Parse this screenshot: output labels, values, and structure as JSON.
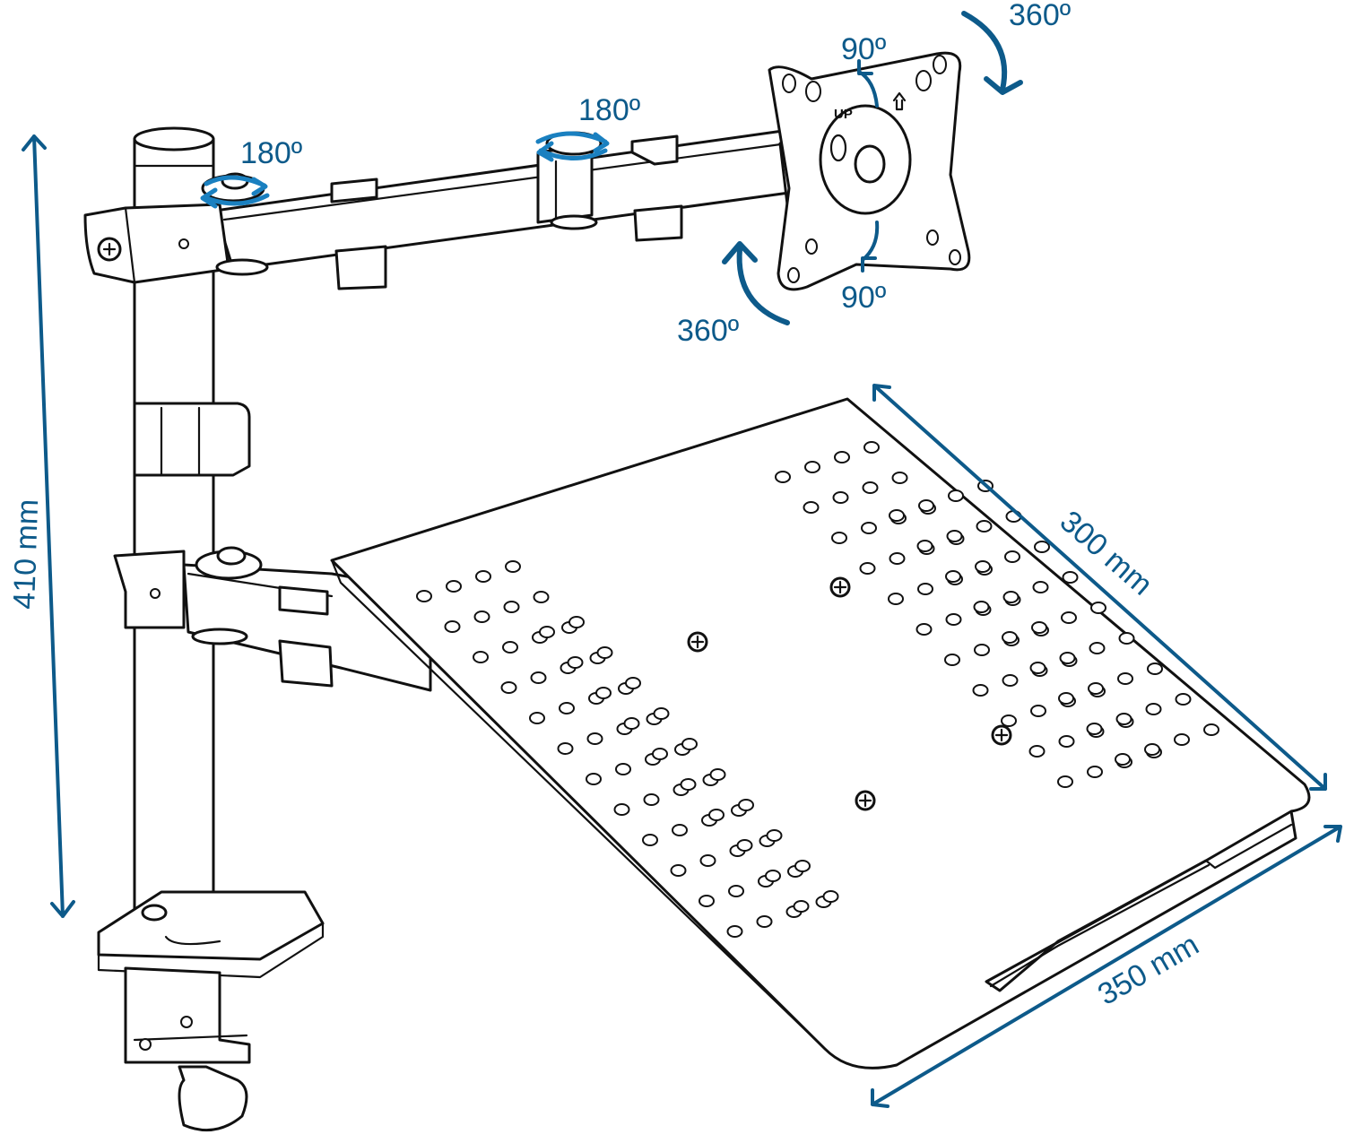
{
  "dimensions": {
    "height": "410 mm",
    "tray_depth": "300 mm",
    "tray_width": "350 mm"
  },
  "rotations": {
    "arm_joint_1": "180º",
    "arm_joint_2": "180º",
    "tilt_up": "90º",
    "tilt_down": "90º",
    "swivel_top": "360º",
    "swivel_bottom": "360º"
  },
  "vesa_plate_label": "UP",
  "colors": {
    "accent": "#0d5a8a",
    "rotation_arrow": "#1a80c0",
    "line": "#111111"
  }
}
